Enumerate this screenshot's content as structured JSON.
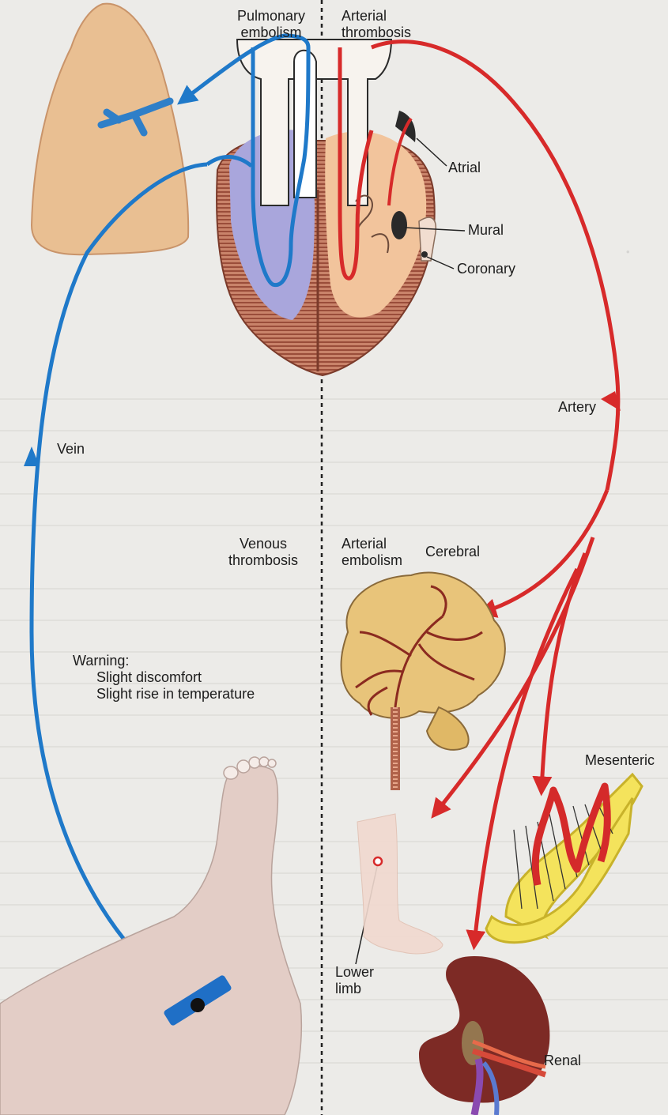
{
  "labels": {
    "pulmonary_embolism": [
      "Pulmonary",
      "embolism"
    ],
    "arterial_thrombosis": [
      "Arterial",
      "thrombosis"
    ],
    "atrial": "Atrial",
    "mural": "Mural",
    "coronary": "Coronary",
    "artery": "Artery",
    "vein": "Vein",
    "venous_thrombosis": [
      "Venous",
      "thrombosis"
    ],
    "arterial_embolism": [
      "Arterial",
      "embolism"
    ],
    "cerebral": "Cerebral",
    "warning": [
      "Warning:",
      "Slight discomfort",
      "Slight rise in temperature"
    ],
    "mesenteric": "Mesenteric",
    "lower_limb": [
      "Lower",
      "limb"
    ],
    "renal": "Renal"
  },
  "colors": {
    "arterial": "#d72a2a",
    "venous": "#1f79c9",
    "lung": "#e9bf92",
    "heart_left": "#f2c49c",
    "heart_right": "#a9a6dc",
    "kidney": "#7d2a25"
  }
}
